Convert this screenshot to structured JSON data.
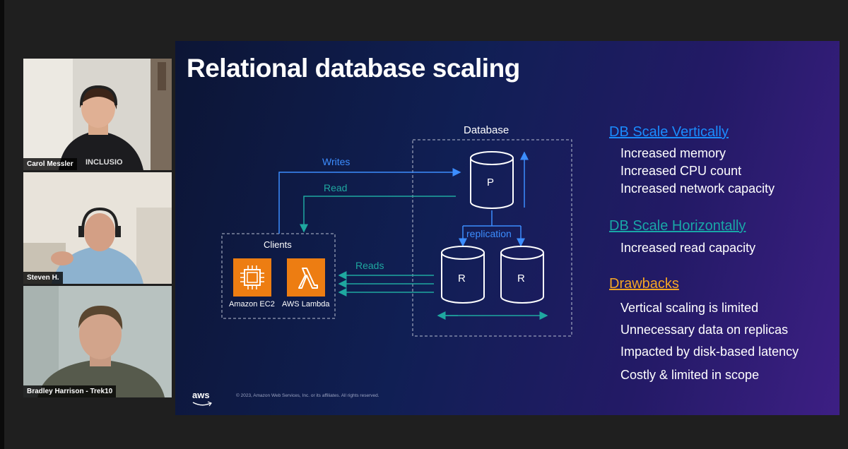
{
  "participants": [
    {
      "name": "Carol Messler"
    },
    {
      "name": "Steven H."
    },
    {
      "name": "Bradley Harrison - Trek10"
    }
  ],
  "slide": {
    "title": "Relational database scaling",
    "diagram": {
      "database_label": "Database",
      "clients_label": "Clients",
      "writes_label": "Writes",
      "read_label": "Read",
      "reads_label": "Reads",
      "replication_label": "replication",
      "primary_label": "P",
      "replica_label": "R",
      "services": [
        {
          "label": "Amazon EC2",
          "icon": "ec2-chip-icon"
        },
        {
          "label": "AWS Lambda",
          "icon": "lambda-icon"
        }
      ]
    },
    "sections": [
      {
        "heading": "DB Scale Vertically",
        "color": "#1a8cff",
        "items": [
          "Increased memory",
          "Increased CPU count",
          "Increased network capacity"
        ]
      },
      {
        "heading": "DB Scale Horizontally",
        "color": "#19a7a7",
        "items": [
          "Increased read capacity"
        ]
      },
      {
        "heading": "Drawbacks",
        "color": "#f5a623",
        "items": [
          "Vertical scaling is limited",
          "Unnecessary data on replicas",
          "Impacted by disk-based latency",
          "Costly & limited in scope"
        ]
      }
    ],
    "aws_logo": "aws",
    "copyright": "© 2023, Amazon Web Services, Inc. or its affiliates. All rights reserved."
  },
  "colors": {
    "writes": "#3c8dff",
    "read": "#1fa8a0",
    "aws_orange": "#ed7d12"
  }
}
